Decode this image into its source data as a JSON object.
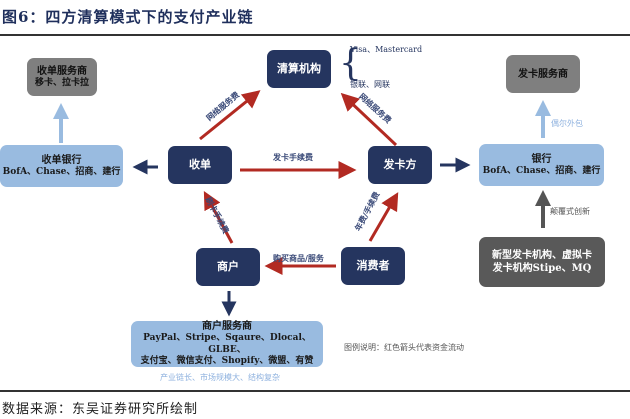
{
  "header": {
    "title": "图6：四方清算模式下的支付产业链"
  },
  "nodes": {
    "clearing": "清算机构",
    "clearing_orgs": [
      "Visa、Mastercard",
      "银联、网联"
    ],
    "acquirer": "收单",
    "issuer": "发卡方",
    "merchant": "商户",
    "consumer": "消费者",
    "acquiring_service_provider": {
      "title": "收单服务商",
      "subtitle": "移卡、拉卡拉"
    },
    "acquiring_bank": {
      "title": "收单银行",
      "subtitle": "BofA、Chase、招商、建行"
    },
    "issuing_service_provider": {
      "title": "发卡服务商"
    },
    "bank": {
      "title": "银行",
      "subtitle": "BofA、Chase、招商、建行"
    },
    "new_issuers": {
      "line1": "新型发卡机构、虚拟卡",
      "line2": "发卡机构Stipe、MQ"
    },
    "merchant_service_provider": {
      "title": "商户服务商",
      "line1": "PayPal、Stripe、Sqaure、Dlocal、GLBE、",
      "line2": "支付宝、微信支付、Shopify、微盟、有赞"
    }
  },
  "edge_labels": {
    "acquirer_to_clearing": "网络服务费",
    "issuer_to_clearing": "网络服务费",
    "acquirer_to_issuer": "发卡手续费",
    "merchant_to_acquirer": "刷卡手续费",
    "consumer_to_issuer": "年费/手续费",
    "consumer_to_merchant": "购买商品/服务",
    "outsourcing": "偶尔外包",
    "disruptive": "颠覆式创新"
  },
  "legend": "图例说明：红色箭头代表资金流动",
  "footer_note": "产业链长、市场规模大、结构复杂",
  "source": "数据来源：东吴证券研究所绘制",
  "colors": {
    "navy": "#25355f",
    "red_arrow": "#b22a22",
    "light_blue": "#99bbe0",
    "gray": "#7f7f7f",
    "dark_gray": "#595959"
  }
}
